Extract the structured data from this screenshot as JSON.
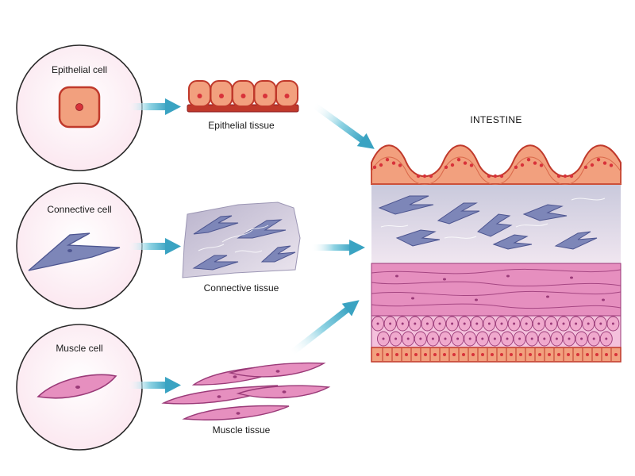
{
  "labels": {
    "epithelial_cell": "Epithelial cell",
    "connective_cell": "Connective cell",
    "muscle_cell": "Muscle cell",
    "epithelial_tissue": "Epithelial tissue",
    "connective_tissue": "Connective tissue",
    "muscle_tissue": "Muscle tissue",
    "intestine": "INTESTINE"
  },
  "colors": {
    "epithelial_fill": "#f2a07e",
    "epithelial_stroke": "#c0392b",
    "nucleus": "#d8323a",
    "connective_cell": "#7d86b8",
    "connective_tissue_bg": "#c7c3d6",
    "muscle_fill": "#e68fbf",
    "muscle_stroke": "#9a3a78",
    "arrow": "#4fb3cc",
    "circle_bg": "#fdf1f6"
  }
}
